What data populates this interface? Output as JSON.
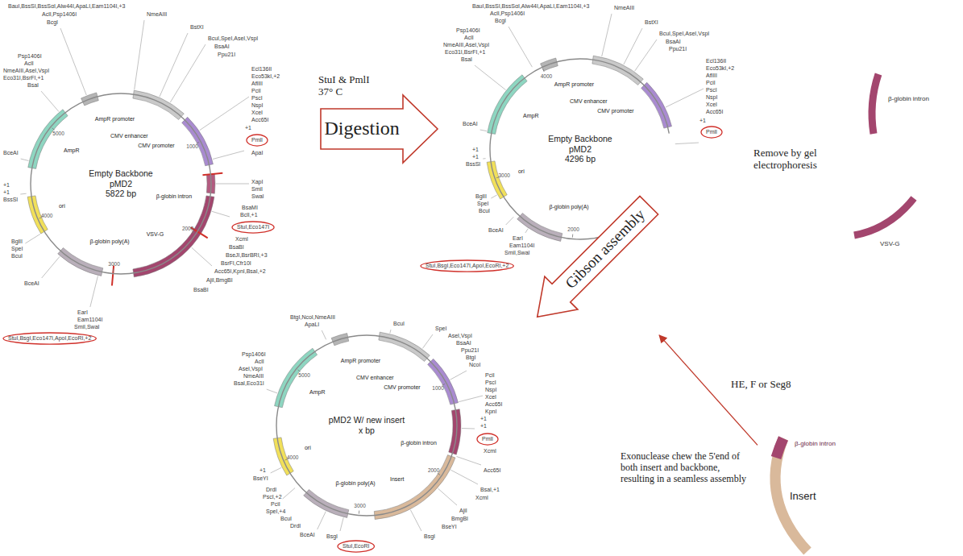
{
  "diagram": {
    "nodes": [
      {
        "text": [
          "Empty Backbone",
          "pMD2",
          "5822 bp"
        ]
      },
      {
        "text": [
          "StuI & PmlI 37° C",
          "Digestion"
        ]
      },
      {
        "text": [
          "Empty Backbone",
          "pMD2",
          "4296 bp"
        ]
      },
      {
        "text": [
          "Gibson assembly"
        ]
      },
      {
        "text": [
          "pMD2 W/ new insert",
          "x bp"
        ]
      },
      {
        "text": [
          "β-globin intron",
          "Insert"
        ]
      }
    ],
    "edges": [
      {
        "from": 5,
        "to": 3,
        "arrow": "to",
        "label": "HE, F or Seg8"
      }
    ],
    "labels": [
      "BauI,BssSI,BssSαI,Alw44I,ApaLI,Eam1104I,+3",
      "AclI,Psp1406I",
      "BcgI",
      "NmeAIII",
      "BstXI",
      "BcuI,SpeI,AseI,VspI",
      "BsaAI",
      "Ppu21I",
      "Ecl136II",
      "Eco53kI,+2",
      "AflIII",
      "PciI",
      "PscI",
      "NspI",
      "XceI",
      "Acc65I",
      "+1",
      "PmlI",
      "ApaI",
      "XapI",
      "SmiI",
      "SwaI",
      "BsaMI",
      "BclI,+1",
      "StuI,Eco147I",
      "XcmI",
      "BsaBI",
      "BseJI,BsrBRI,+3",
      "BsrFI,Cfr10I",
      "Acc65I,KpnI,BsaI,+2",
      "AjiI,BmgBI",
      "BsaBI",
      "EarI",
      "Eam1104I",
      "SmiI,SwaI",
      "StuI,BsgI,Eco147I,ApoI,EcoRI,+2",
      "Psp1406I",
      "AclI",
      "NmeAIII,AseI,VspI",
      "Eco31I,BsrFI,+1",
      "BsaI",
      "BceAI",
      "+1",
      "+1",
      "BssSI",
      "BglII",
      "SpeI",
      "BcuI",
      "BceAI",
      "AmpR promoter",
      "AmpR",
      "ori",
      "CMV enhancer",
      "CMV promoter",
      "β-globin intron",
      "VSV-G",
      "β-globin poly(A)",
      "1000",
      "2000",
      "3000",
      "4000",
      "5000",
      "Remove by gel electrophoresis",
      "β-globin intron",
      "VSV-G",
      "BauI,BssSI,BssSαI,Alw44I,ApaLI,Eam1104I,+3",
      "AclI,Psp1406I",
      "BcgI",
      "NmeAIII",
      "BstXI",
      "BcuI,SpeI,AseI,VspI",
      "BsaAI",
      "Ppu21I",
      "Ecl136II",
      "Eco53kI,+2",
      "AflIII",
      "PciI",
      "PscI",
      "NspI",
      "XceI",
      "Acc65I",
      "+1",
      "PmlI",
      "Psp1406I",
      "AclI",
      "NmeAIII,AseI,VspI",
      "Eco31I,BsrFI,+1",
      "BsaI",
      "BceAI",
      "+1",
      "+1",
      "BssSI",
      "BglII",
      "SpeI",
      "BcuI",
      "BceAI",
      "EarI",
      "Eam1104I",
      "SmiI,SwaI",
      "StuI,BsgI,Eco147I,ApoI,EcoRI,+2",
      "AmpR promoter",
      "AmpR",
      "ori",
      "CMV enhancer",
      "CMV promoter",
      "β-globin poly(A)",
      "2000",
      "3000",
      "4000",
      "BtgI,NcoI,NmeAIII",
      "ApaLI",
      "BcuI",
      "SpeI",
      "AseI,VspI",
      "BsaAI",
      "Ppu21I",
      "BtgI",
      "NcoI",
      "PciI",
      "PscI",
      "NspI",
      "XceI",
      "Acc65I",
      "KpnI",
      "+1",
      "+1",
      "PmlI",
      "XcmI",
      "Acc65I",
      "BsaI,+1",
      "XcmI",
      "AjiI",
      "BmgBI",
      "BseYI",
      "BsgI",
      "BsgI",
      "StuI,EcoRI",
      "Psp1406I",
      "AclI",
      "AseI,VspI",
      "NmeAIII",
      "BsaI,Eco31I",
      "+1",
      "BseYI",
      "DrdI",
      "PscI,+2",
      "PciI",
      "SpeI,+4",
      "BcuI",
      "DrdI",
      "BceAI",
      "AmpR promoter",
      "AmpR",
      "ori",
      "CMV enhancer",
      "CMV promoter",
      "β-globin intron",
      "Insert",
      "β-globin poly(A)",
      "1000",
      "2000",
      "3000",
      "4000",
      "5000",
      "Exonuclease chew the 5'end of both insert and backbone, resulting in a seamless assembly"
    ]
  }
}
